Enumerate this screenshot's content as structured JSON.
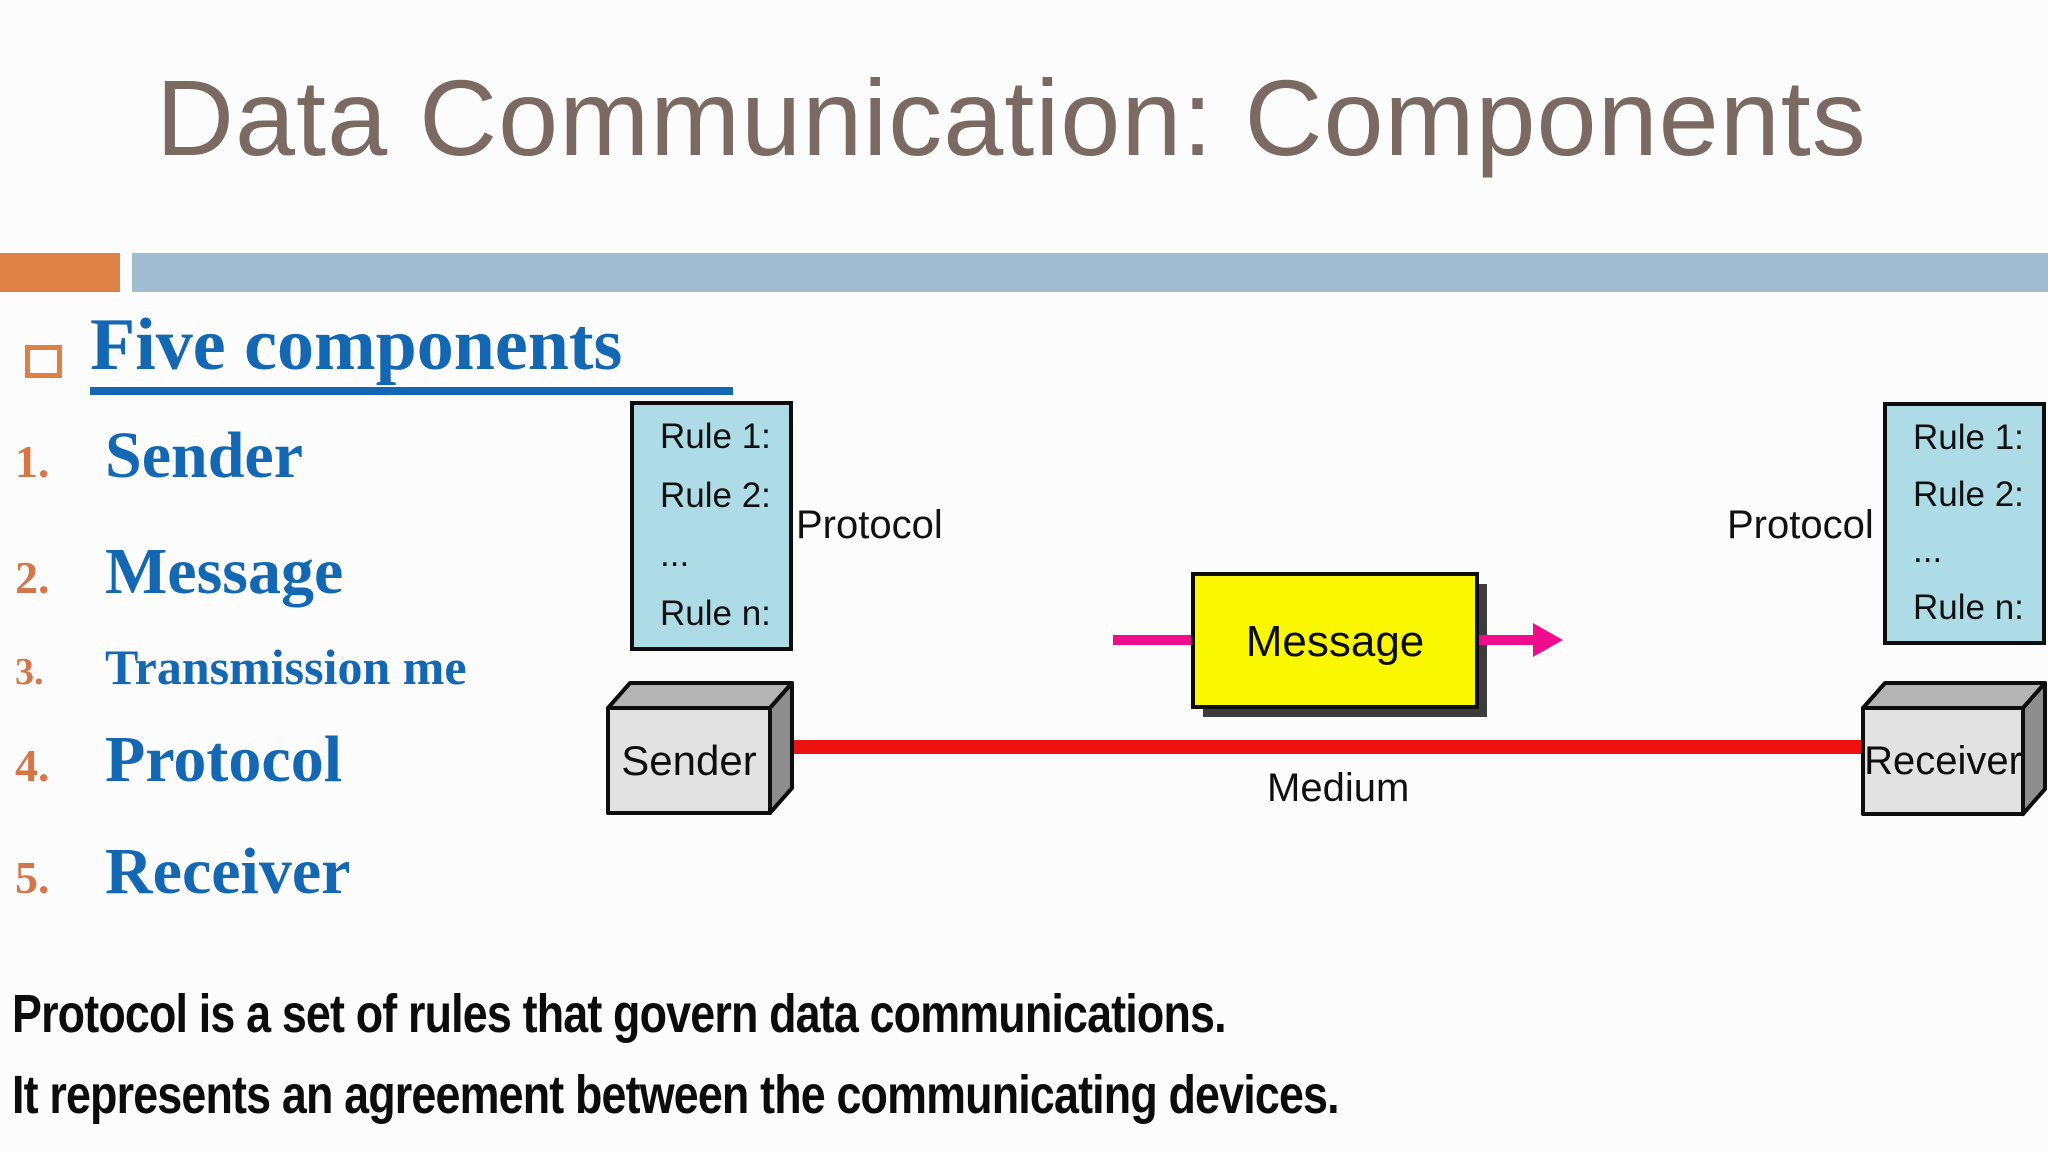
{
  "slide": {
    "title": "Data Communication: Components"
  },
  "colors": {
    "title_brown": "#7b6a61",
    "accent_orange": "#df8146",
    "header_bar_blue": "#a2bcd2",
    "list_text_blue": "#1468b3",
    "list_number_orange": "#d3764a",
    "rule_box_fill": "#aedce6",
    "message_yellow": "#f9f800",
    "medium_line_red": "#ee1111",
    "arrow_pink": "#ef0d8e",
    "box_front_gray": "#e2e2e2",
    "box_top_gray": "#b4b4b4",
    "box_side_gray": "#8e8e8e"
  },
  "list": {
    "heading": "Five components",
    "items": [
      {
        "num": "1.",
        "label": "Sender"
      },
      {
        "num": "2.",
        "label": "Message"
      },
      {
        "num": "3.",
        "label": "Transmission me"
      },
      {
        "num": "4.",
        "label": "Protocol"
      },
      {
        "num": "5.",
        "label": "Receiver"
      }
    ]
  },
  "diagram": {
    "rule_lines": [
      "Rule 1:",
      "Rule 2:",
      "...",
      "Rule n:"
    ],
    "protocol_left": "Protocol",
    "protocol_right": "Protocol",
    "sender_label": "Sender",
    "receiver_label": "Receiver",
    "message_label": "Message",
    "medium_label": "Medium"
  },
  "footer": {
    "line1": "Protocol is a set of rules that govern data communications.",
    "line2": "It represents an agreement between the communicating devices."
  }
}
